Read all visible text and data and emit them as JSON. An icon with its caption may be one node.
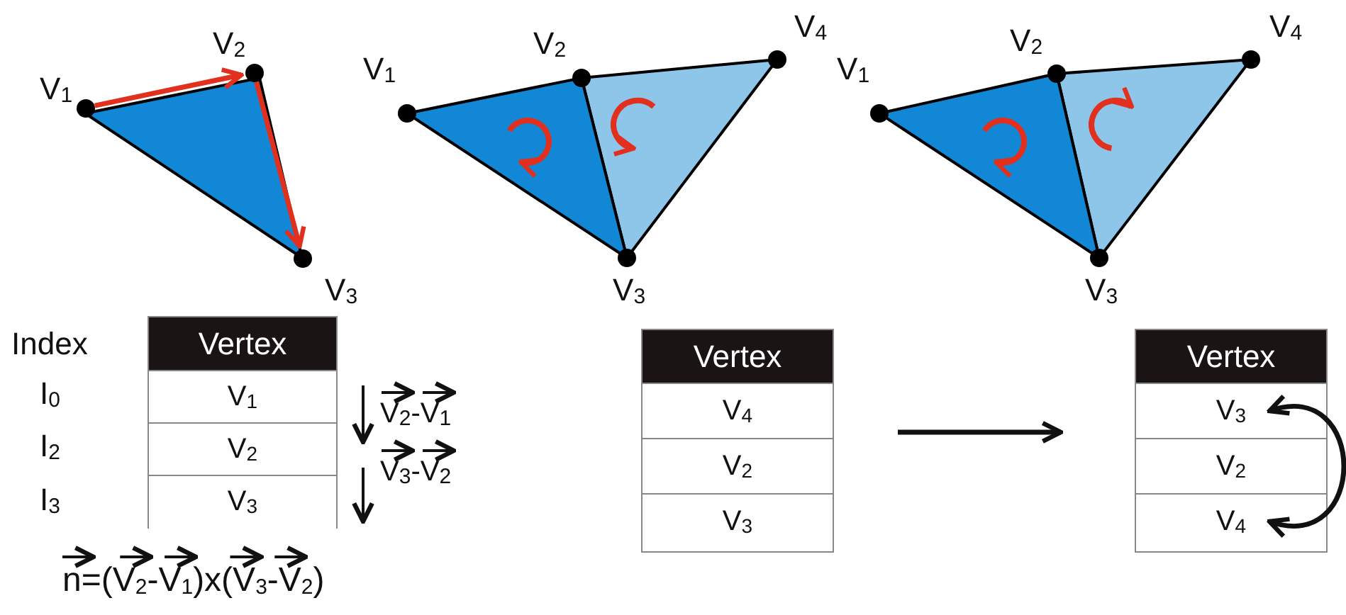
{
  "diagram": {
    "nodes": [
      {
        "text": [
          "V$_{1}$"
        ]
      },
      {
        "text": [
          "V$_{2}$"
        ]
      },
      {
        "text": [
          "V$_{3}$"
        ]
      },
      {
        "text": [
          "Vertex"
        ]
      },
      {
        "text": [
          "V$_{1}$"
        ],
        "in": 3
      },
      {
        "text": [
          "V$_{2}$"
        ],
        "in": 3
      },
      {
        "text": [
          "V$_{3}$"
        ],
        "in": 3
      },
      {
        "text": [
          "Vertex"
        ]
      },
      {
        "text": [
          "V$_{4}$"
        ],
        "in": 7
      },
      {
        "text": [
          "V$_{2}$"
        ],
        "in": 7
      },
      {
        "text": [
          "V$_{3}$"
        ],
        "in": 7
      },
      {
        "text": [
          "Vertex"
        ]
      },
      {
        "text": [
          "V$_{3}$"
        ],
        "in": 11
      },
      {
        "text": [
          "V$_{2}$"
        ],
        "in": 11
      },
      {
        "text": [
          "V$_{4}$"
        ],
        "in": 11
      }
    ],
    "edges": [
      {
        "from": 0,
        "to": 1,
        "arrow": "to",
        "color": "#e2301f"
      },
      {
        "from": 1,
        "to": 2,
        "arrow": "to",
        "color": "#e2301f"
      },
      {
        "from": 7,
        "to": 11,
        "arrow": "to",
        "color": "#111111"
      },
      {
        "from": 12,
        "to": 14,
        "arrow": "both",
        "color": "#111111"
      }
    ],
    "labels": [
      "V$_{1}$",
      "V$_{2}$",
      "V$_{4}$",
      "V$_{3}$",
      "V$_{1}$",
      "V$_{2}$",
      "V$_{4}$",
      "V$_{3}$",
      "Index",
      "I$_{0}$",
      "I$_{2}$",
      "I$_{3}$",
      "V$_{2}$-V$_{1}$",
      "V$_{3}$-V$_{2}$",
      "n=(V$_{2}$-V$_{1}$)x(V$_{3}$-V$_{2}$)"
    ]
  }
}
